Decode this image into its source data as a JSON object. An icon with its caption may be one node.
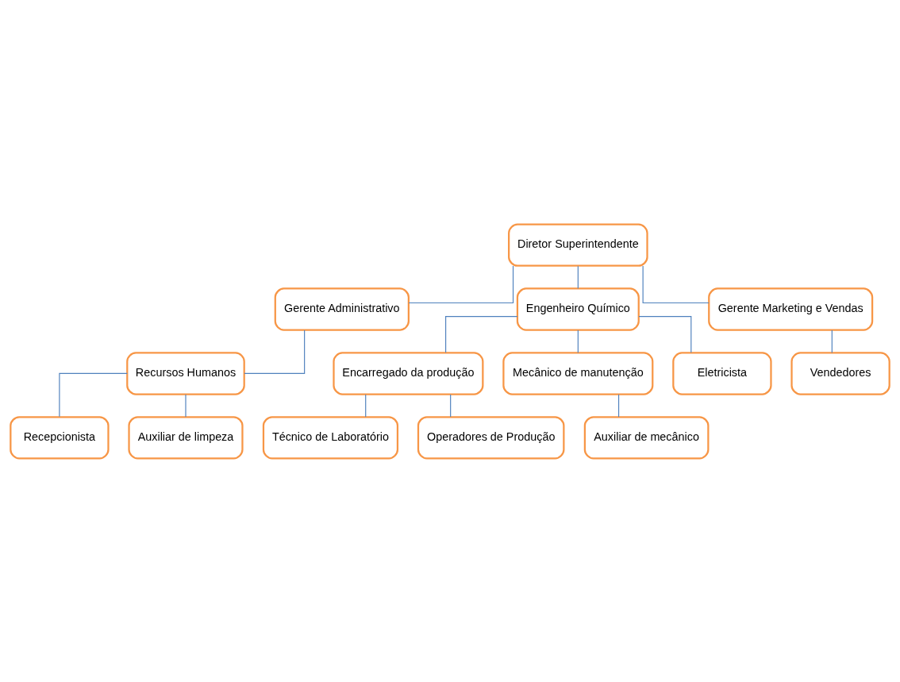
{
  "diagram": {
    "nodes": [
      {
        "text": [
          "Diretor Superintendente"
        ]
      },
      {
        "text": [
          "Gerente Administrativo"
        ]
      },
      {
        "text": [
          "Engenheiro Químico"
        ]
      },
      {
        "text": [
          "Gerente Marketing e Vendas"
        ]
      },
      {
        "text": [
          "Recursos Humanos"
        ]
      },
      {
        "text": [
          "Encarregado da produção"
        ]
      },
      {
        "text": [
          "Vendedores"
        ]
      },
      {
        "text": [
          "Técnico de Laboratório"
        ]
      },
      {
        "text": [
          "Operadores de Produção"
        ]
      },
      {
        "text": [
          "Recepcionista"
        ]
      },
      {
        "text": [
          "Mecânico de manutenção"
        ]
      },
      {
        "text": [
          "Eletricista"
        ]
      },
      {
        "text": [
          "Auxiliar de limpeza"
        ]
      },
      {
        "text": [
          "Auxiliar de mecânico"
        ]
      }
    ],
    "edges": [
      {
        "from": 0,
        "to": 1,
        "arrow": "none"
      },
      {
        "from": 0,
        "to": 2,
        "arrow": "none"
      },
      {
        "from": 0,
        "to": 3,
        "arrow": "none"
      },
      {
        "from": 1,
        "to": 4,
        "arrow": "none"
      },
      {
        "from": 2,
        "to": 5,
        "arrow": "none"
      },
      {
        "from": 2,
        "to": 10,
        "arrow": "none"
      },
      {
        "from": 2,
        "to": 11,
        "arrow": "none"
      },
      {
        "from": 3,
        "to": 6,
        "arrow": "none"
      },
      {
        "from": 4,
        "to": 9,
        "arrow": "none"
      },
      {
        "from": 4,
        "to": 12,
        "arrow": "none"
      },
      {
        "from": 5,
        "to": 7,
        "arrow": "none"
      },
      {
        "from": 5,
        "to": 8,
        "arrow": "none"
      },
      {
        "from": 10,
        "to": 13,
        "arrow": "none"
      }
    ]
  }
}
